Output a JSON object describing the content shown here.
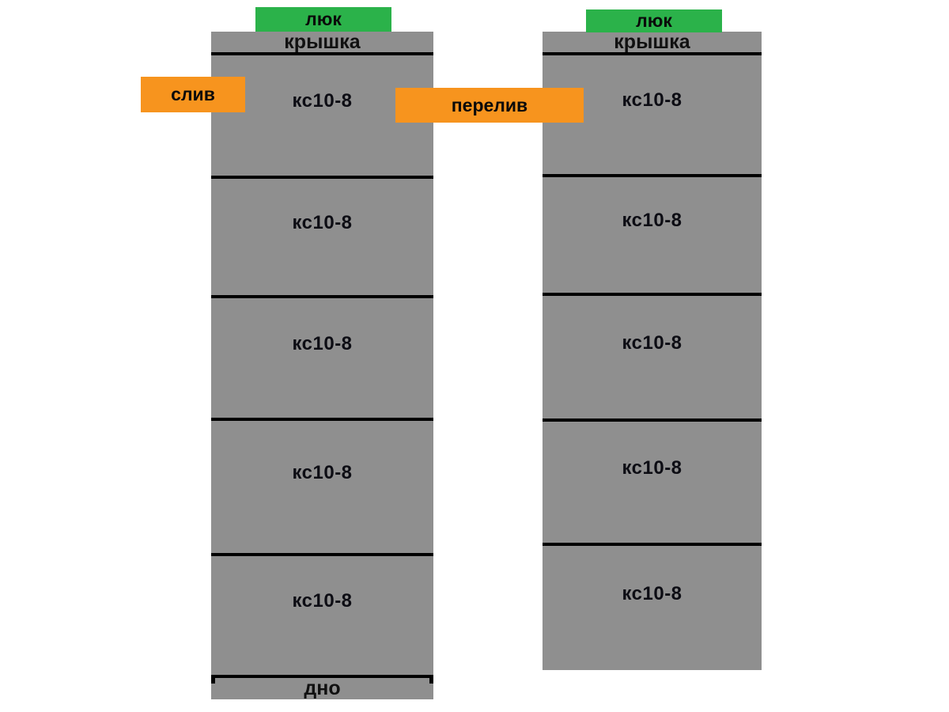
{
  "colors": {
    "ring_gray": "#8f8f8f",
    "hatch_green": "#2bb24a",
    "pipe_orange": "#f7941e",
    "line_black": "#000000",
    "background": "#ffffff"
  },
  "left_well": {
    "hatch_label": "люк",
    "cover_label": "крышка",
    "rings": [
      "кс10-8",
      "кс10-8",
      "кс10-8",
      "кс10-8",
      "кс10-8"
    ],
    "bottom_label": "дно"
  },
  "right_well": {
    "hatch_label": "люк",
    "cover_label": "крышка",
    "rings": [
      "кс10-8",
      "кс10-8",
      "кс10-8",
      "кс10-8",
      "кс10-8"
    ]
  },
  "pipes": {
    "drain_label": "слив",
    "overflow_label": "перелив"
  }
}
